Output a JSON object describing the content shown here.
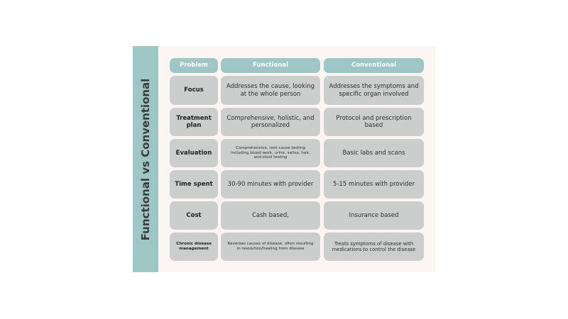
{
  "sidebar_title": "Functional vs Conventional",
  "colors": {
    "sidebar": "#9ec6c5",
    "header": "#9ec6c5",
    "cell": "#cccdcd",
    "card": "#fbf6f3"
  },
  "headers": {
    "problem": "Problem",
    "functional": "Functional",
    "conventional": "Conventional"
  },
  "rows": [
    {
      "label": "Focus",
      "functional": "Addresses the cause, looking at the whole person",
      "conventional": "Addresses the symptoms and specific organ involved"
    },
    {
      "label": "Treatment plan",
      "functional": "Comprehensive, holistic, and personalized",
      "conventional": "Protocol and prescription based"
    },
    {
      "label": "Evaluation",
      "functional": "Comprehensive, root cause testing including blood work, urine, saliva, hair, and stool testing",
      "conventional": "Basic labs and scans"
    },
    {
      "label": "Time spent",
      "functional": "30-90 minutes with provider",
      "conventional": "5-15 minutes with provider"
    },
    {
      "label": "Cost",
      "functional": "Cash based,",
      "conventional": "Insurance based"
    },
    {
      "label": "Chronic disease management",
      "functional": "Reverses causes of disease, often resulting in resolution/healing from disease",
      "conventional": "Treats symptoms of disease with medications to control the disease"
    }
  ]
}
